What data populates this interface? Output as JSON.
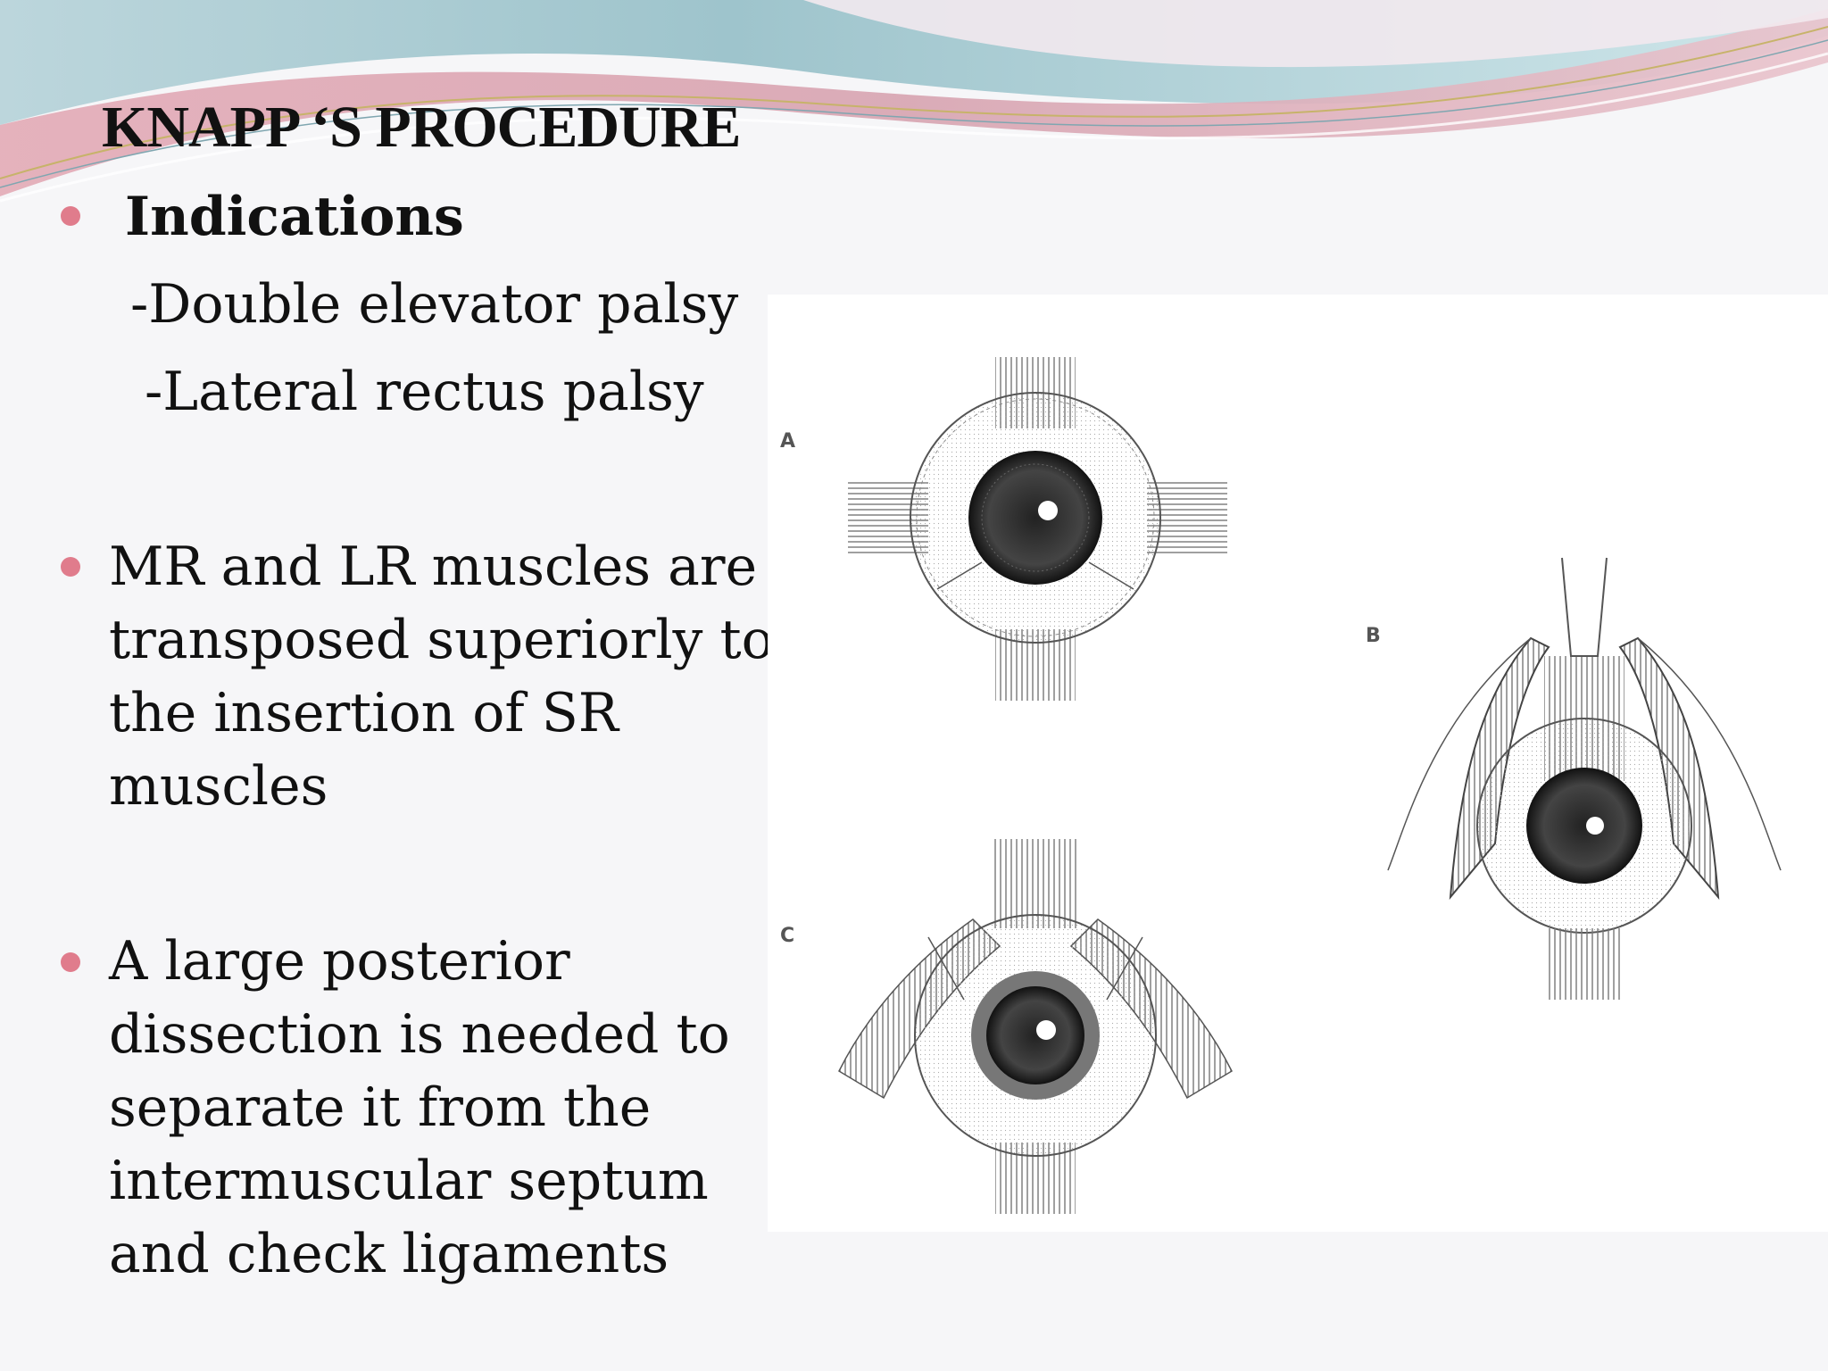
{
  "slide": {
    "title": "KNAPP ‘S PROCEDURE",
    "bullets": [
      {
        "heading": "Indications",
        "sub_items": [
          "-Double elevator palsy",
          "-Lateral rectus palsy"
        ]
      },
      {
        "lines": [
          "MR and LR muscles are",
          "transposed superiorly to",
          "the insertion of SR",
          "muscles"
        ]
      },
      {
        "lines": [
          "A large posterior",
          "dissection is needed to",
          "separate it from the",
          "intermuscular septum",
          "and check ligaments"
        ]
      }
    ]
  },
  "figure": {
    "labels": [
      "A",
      "B",
      "C"
    ]
  },
  "colors": {
    "background": "#f6f6f8",
    "bullet": "#e07c8c",
    "wave_pink": "#d7a3b0",
    "wave_teal": "#9cc3cc",
    "text": "#111111"
  }
}
